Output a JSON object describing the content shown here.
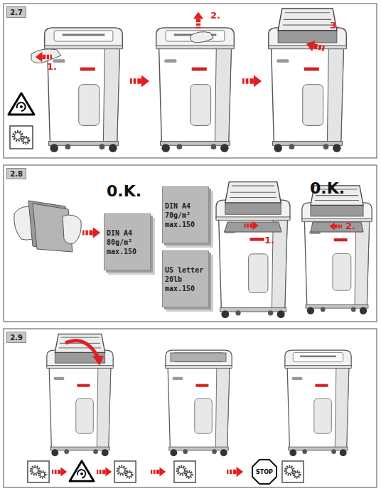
{
  "diagram": {
    "nodes": [
      {
        "text": [
          "2.7"
        ]
      },
      {
        "text": [
          "2.8"
        ]
      },
      {
        "text": [
          "DIN A4 80g/m² max.150"
        ]
      },
      {
        "text": [
          "DIN A4 70g/m² max.150"
        ]
      },
      {
        "text": [
          "US letter 20lb max.150"
        ]
      },
      {
        "text": [
          "2.9"
        ]
      },
      {
        "text": [
          "STOP"
        ]
      }
    ],
    "labels": [
      "1.",
      "2.",
      "3.",
      "0.K.",
      "0.K.",
      "1.",
      "2."
    ]
  }
}
